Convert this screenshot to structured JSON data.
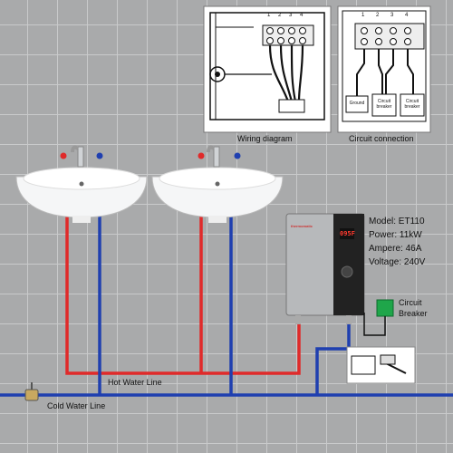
{
  "panels": {
    "wiring": {
      "caption": "Wiring diagram",
      "terminals": [
        "1",
        "2",
        "3",
        "4"
      ]
    },
    "circuit": {
      "caption": "Circuit connection",
      "terminals": [
        "1",
        "2",
        "3",
        "4"
      ],
      "boxes": [
        "Ground",
        "Circuit breaker",
        "Circuit breaker"
      ]
    }
  },
  "heater": {
    "brand": "thermomatic",
    "display": "095F",
    "specs": {
      "model": "Model: ET110",
      "power": "Power: 11kW",
      "ampere": "Ampere: 46A",
      "voltage": "Voltage: 240V"
    }
  },
  "breaker": {
    "label_line1": "Circuit",
    "label_line2": "Breaker",
    "color": "#1fa64a"
  },
  "pipes": {
    "hot_label": "Hot Water Line",
    "cold_label": "Cold Water Line",
    "hot_color": "#e02a2a",
    "cold_color": "#1f3fb0"
  }
}
